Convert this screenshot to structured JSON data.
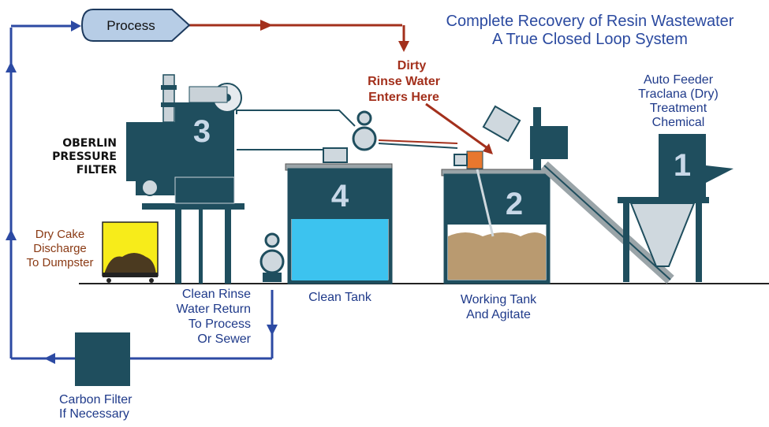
{
  "title": {
    "line1": "Complete Recovery of Resin Wastewater",
    "line2": "A True Closed Loop System"
  },
  "process_label": "Process",
  "dirty_water": [
    "Dirty",
    "Rinse Water",
    "Enters Here"
  ],
  "auto_feeder": [
    "Auto Feeder",
    "Traclana (Dry)",
    "Treatment",
    "Chemical"
  ],
  "filter_label": [
    "OBERLIN",
    "PRESSURE",
    "FILTER"
  ],
  "dry_cake": [
    "Dry Cake",
    "Discharge",
    "To Dumpster"
  ],
  "clean_rinse": [
    "Clean Rinse",
    "Water Return",
    "To Process",
    "Or Sewer"
  ],
  "clean_tank": "Clean Tank",
  "working_tank": [
    "Working Tank",
    "And Agitate"
  ],
  "carbon_filter": [
    "Carbon Filter",
    "If Necessary"
  ],
  "units": {
    "u1": "1",
    "u2": "2",
    "u3": "3",
    "u4": "4"
  },
  "colors": {
    "blue_flow": "#2c4aa3",
    "red_flow": "#a3301c",
    "equipment": "#1f4e5e",
    "water": "#3cc3ef",
    "dumpster": "#f7ec1a",
    "sludge": "#b99a70"
  }
}
